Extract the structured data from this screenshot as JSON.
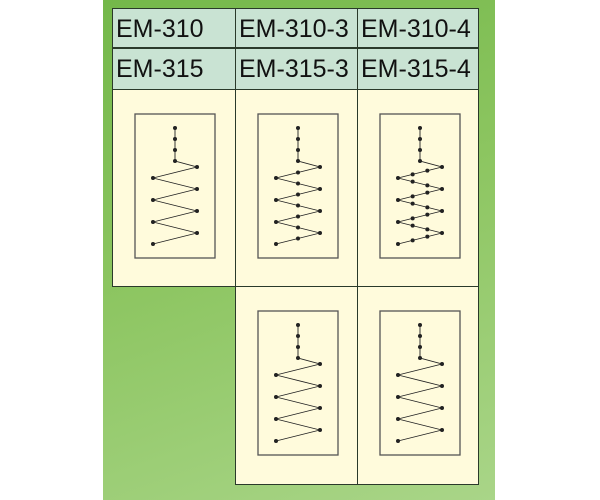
{
  "header_rows": [
    [
      "EM-310",
      "EM-310-3",
      "EM-310-4"
    ],
    [
      "EM-315",
      "EM-315-3",
      "EM-315-4"
    ]
  ],
  "diagrams": [
    {
      "id": "em-310",
      "points_per_segment": 1
    },
    {
      "id": "em-310-3",
      "points_per_segment": 2
    },
    {
      "id": "em-310-4",
      "points_per_segment": 3
    },
    {
      "id": "em-315-3-lower",
      "points_per_segment": 1
    },
    {
      "id": "em-315-4-lower",
      "points_per_segment": 1
    }
  ],
  "colors": {
    "header": "#c9e3d3",
    "cell": "#fffbdc",
    "stitch": "#222222"
  }
}
